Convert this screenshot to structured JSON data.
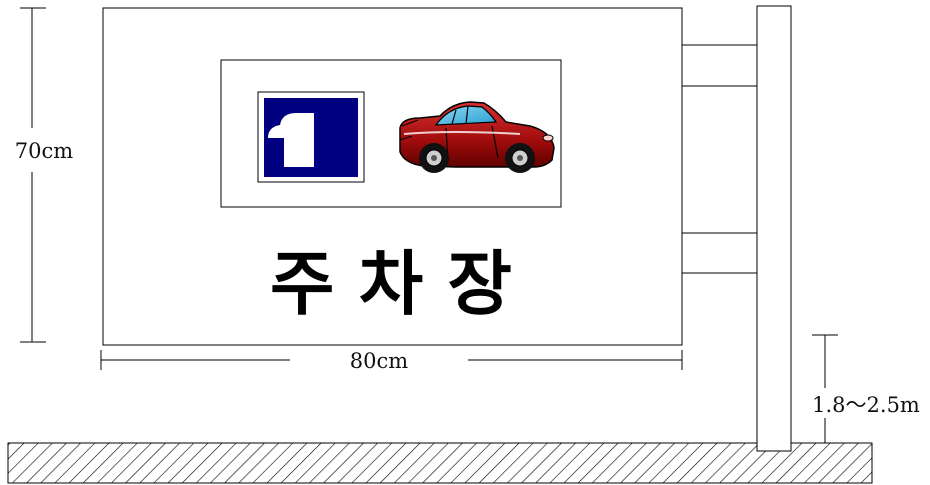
{
  "sign": {
    "title": "주 차 장",
    "icon_name": "parking-direction-icon",
    "car_name": "red-sports-car-icon"
  },
  "dimensions": {
    "height": "70cm",
    "width": "80cm",
    "post_height": "1.8～2.5m"
  },
  "colors": {
    "sign_blue": "#000080",
    "car_red": "#b01010",
    "car_window": "#3fb8e8",
    "outline": "#000000"
  }
}
